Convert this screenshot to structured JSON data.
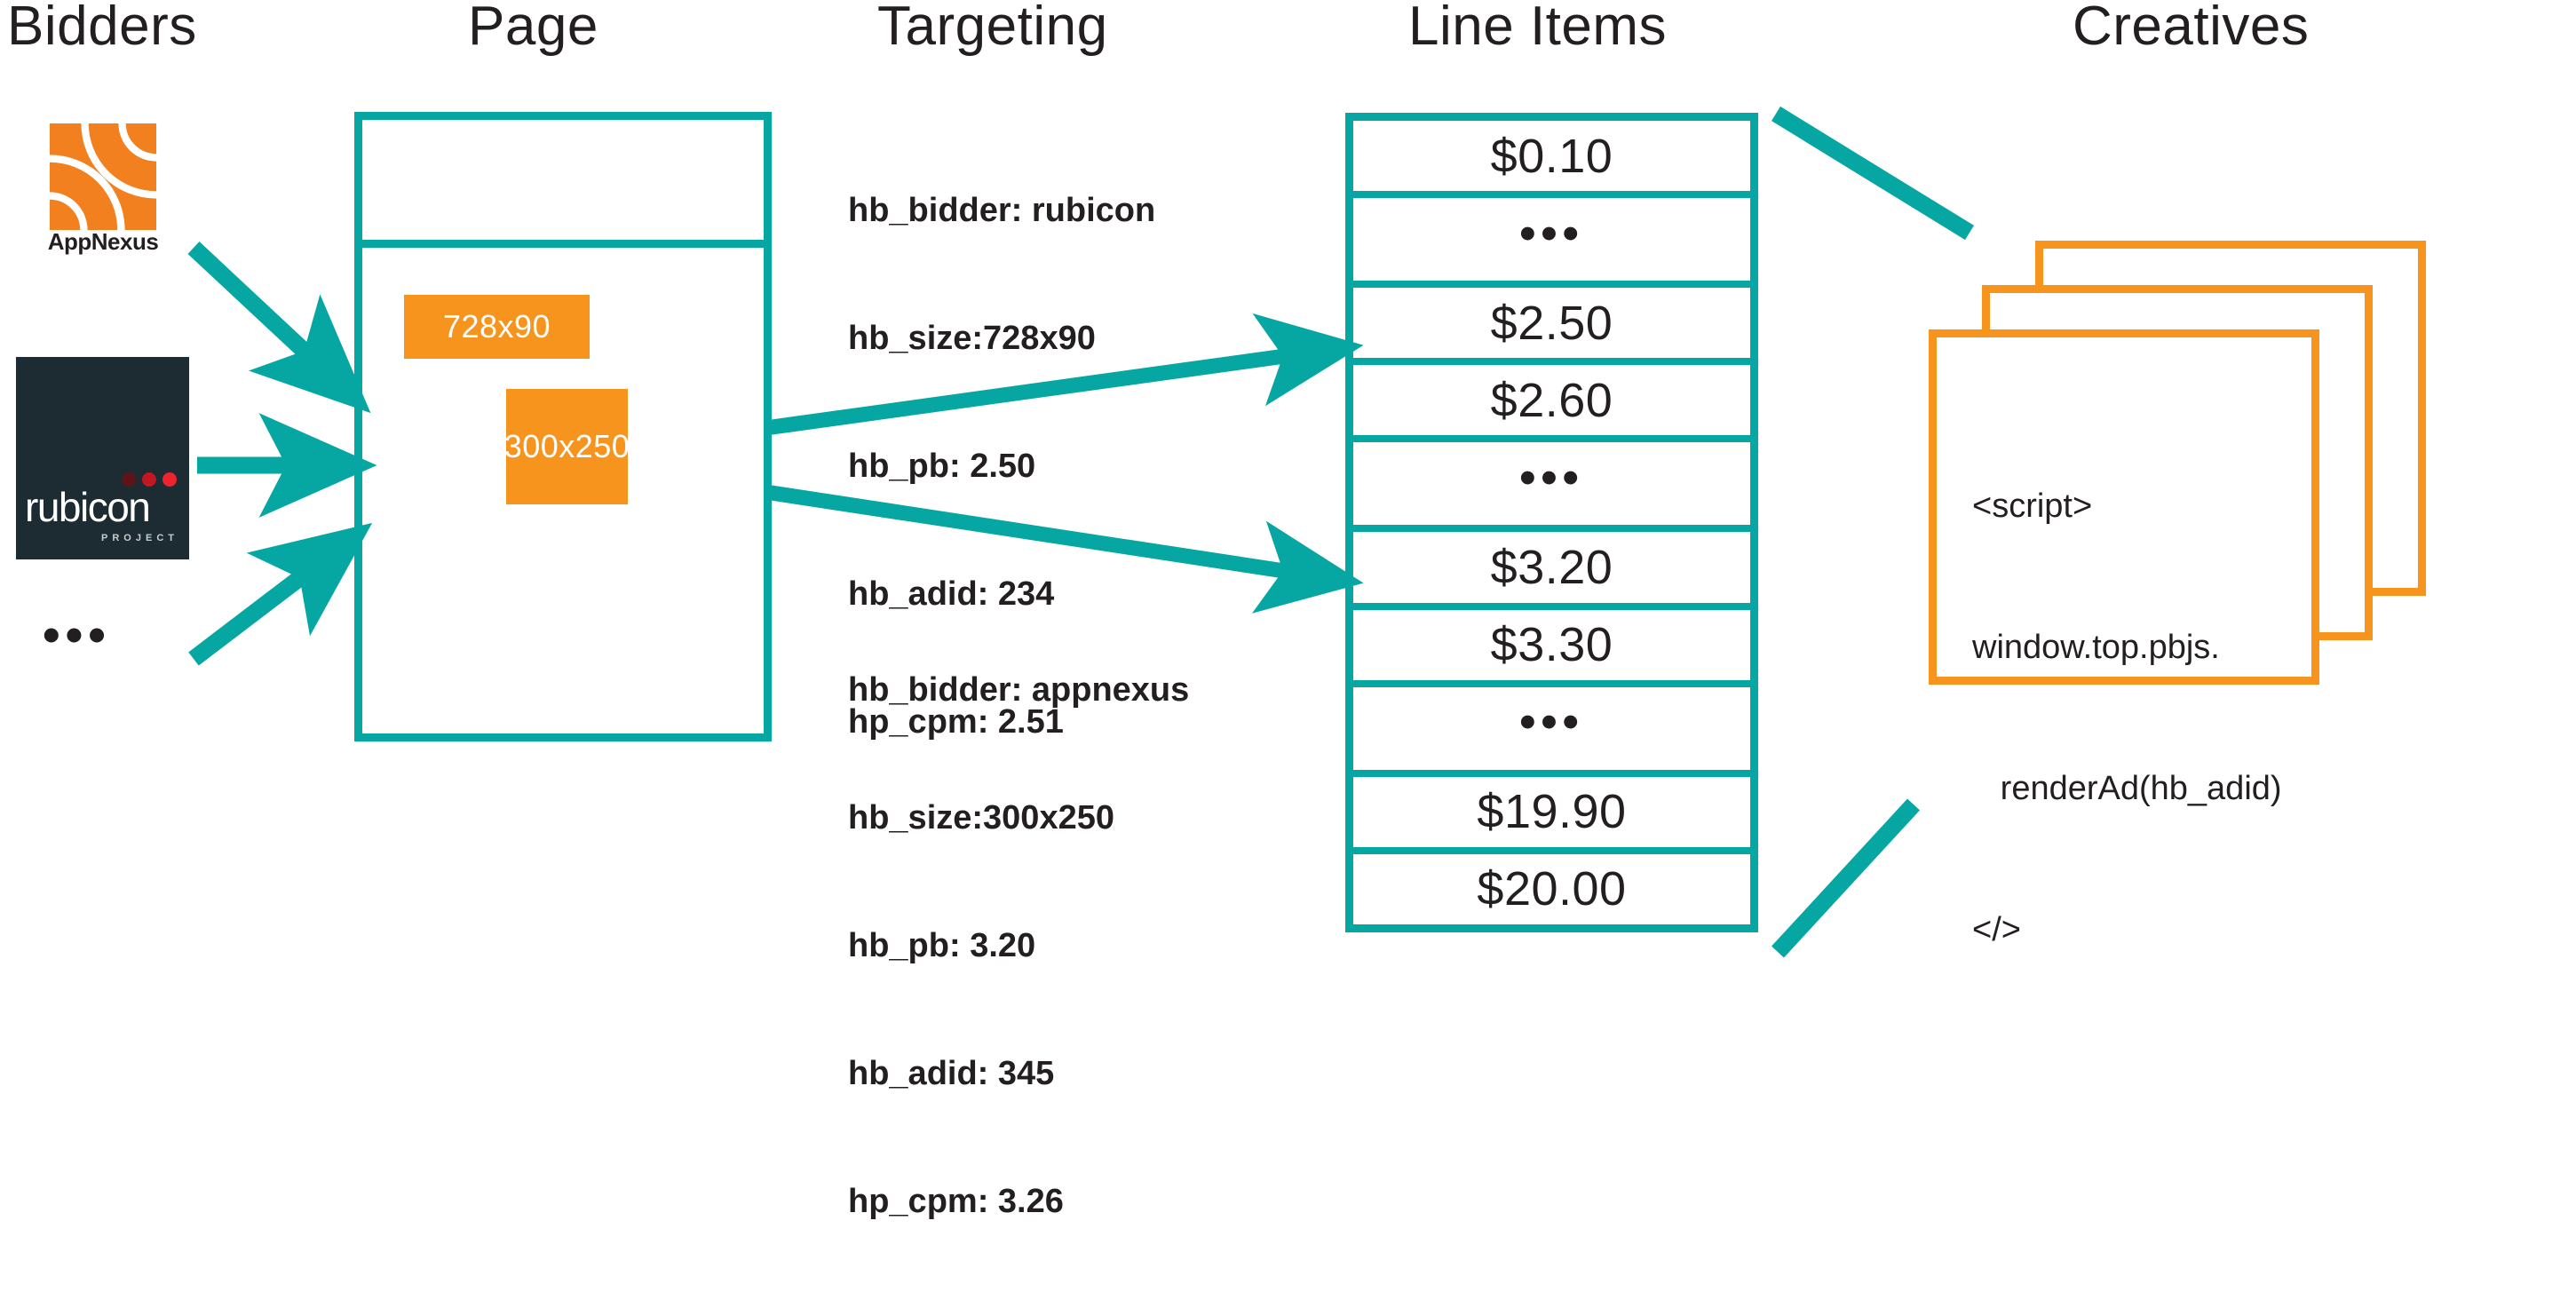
{
  "columns": {
    "bidders": "Bidders",
    "page": "Page",
    "targeting": "Targeting",
    "line_items": "Line Items",
    "creatives": "Creatives"
  },
  "colors": {
    "teal": "#06a7a2",
    "orange": "#f7941e",
    "ink": "#231f20",
    "rubicon_navy": "#1d2b33",
    "rubicon_red": "#ee2330"
  },
  "bidders": {
    "appnexus": {
      "name": "AppNexus",
      "logo": "appnexus-logo"
    },
    "rubicon": {
      "name": "rubicon",
      "sub": "PROJECT",
      "logo": "rubicon-project-logo"
    },
    "more": "•••"
  },
  "page": {
    "ad_slots": [
      {
        "label": "728x90"
      },
      {
        "label": "300x250"
      }
    ]
  },
  "targeting": {
    "top": {
      "hb_bidder": "hb_bidder: rubicon",
      "hb_size": "hb_size:728x90",
      "hb_pb": "hb_pb: 2.50",
      "hb_adid": "hb_adid: 234",
      "hp_cpm": "hp_cpm: 2.51"
    },
    "bottom": {
      "hb_bidder": "hb_bidder: appnexus",
      "hb_size": "hb_size:300x250",
      "hb_pb": "hb_pb: 3.20",
      "hb_adid": "hb_adid: 345",
      "hp_cpm": "hp_cpm: 3.26"
    }
  },
  "line_items": {
    "rows": [
      {
        "label": "$0.10",
        "kind": "value"
      },
      {
        "label": "•••",
        "kind": "ellipsis"
      },
      {
        "label": "$2.50",
        "kind": "value"
      },
      {
        "label": "$2.60",
        "kind": "value"
      },
      {
        "label": "•••",
        "kind": "ellipsis"
      },
      {
        "label": "$3.20",
        "kind": "value"
      },
      {
        "label": "$3.30",
        "kind": "value"
      },
      {
        "label": "•••",
        "kind": "ellipsis"
      },
      {
        "label": "$19.90",
        "kind": "value"
      },
      {
        "label": "$20.00",
        "kind": "value"
      }
    ]
  },
  "creatives": {
    "code_line_1": "<script>",
    "code_line_2": "window.top.pbjs.",
    "code_line_3": "   renderAd(hb_adid)",
    "code_line_4": "</>",
    "card_count": 3
  },
  "chart_data": {
    "type": "diagram",
    "title": "Prebid header bidding flow",
    "stages": [
      "Bidders",
      "Page",
      "Targeting",
      "Line Items",
      "Creatives"
    ],
    "flows": [
      {
        "from": "AppNexus",
        "to": "Page"
      },
      {
        "from": "rubicon",
        "to": "Page"
      },
      {
        "from": "other bidders",
        "to": "Page"
      },
      {
        "from": "728x90 slot",
        "to": "$2.50 line item"
      },
      {
        "from": "300x250 slot",
        "to": "$3.20 line item"
      },
      {
        "from": "Line Items top",
        "to": "Creatives"
      },
      {
        "from": "Line Items bottom",
        "to": "Creatives"
      }
    ]
  }
}
